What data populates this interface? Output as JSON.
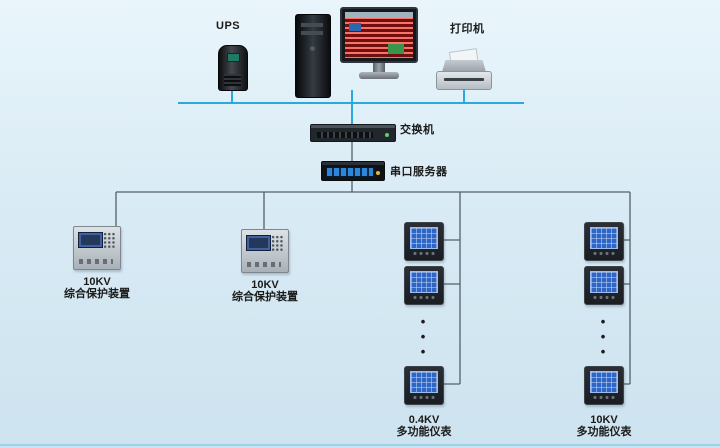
{
  "labels": {
    "ups": "UPS",
    "printer": "打印机",
    "switch": "交换机",
    "serial_server": "串口服务器",
    "ellipsis": "•\n•\n•"
  },
  "devices": {
    "protection_1": {
      "voltage": "10KV",
      "name": "综合保护装置"
    },
    "protection_2": {
      "voltage": "10KV",
      "name": "综合保护装置"
    },
    "meter_group_04kv": {
      "voltage": "0.4KV",
      "name": "多功能仪表"
    },
    "meter_group_10kv": {
      "voltage": "10KV",
      "name": "多功能仪表"
    }
  },
  "colors": {
    "bus": "#2aa9e0",
    "wire": "#55606b",
    "background": "#d9ebf5"
  }
}
